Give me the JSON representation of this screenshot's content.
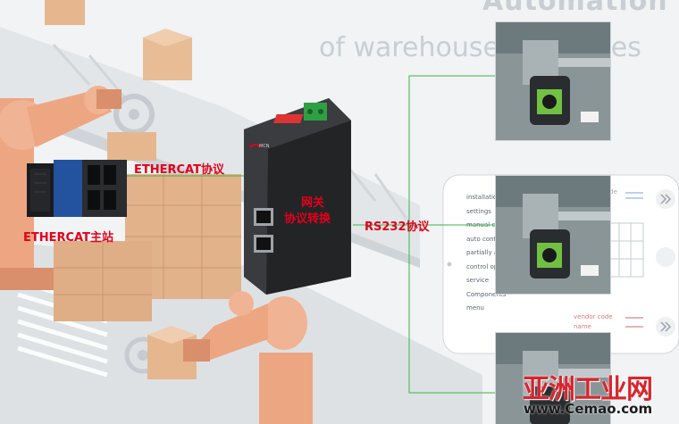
{
  "background": {
    "title_line1": "Automation",
    "title_line2": "of warehouse processes"
  },
  "tablet": {
    "menu": [
      "installation",
      "settings",
      "manual co",
      "auto cont",
      "partially a",
      "control op",
      "service",
      "Components",
      "menu"
    ],
    "right_labels": [
      "vendor code",
      "name"
    ],
    "right_top_label": "code"
  },
  "device": {
    "brand": "MCN"
  },
  "labels": {
    "ethercat_protocol": "ETHERCAT协议",
    "ethercat_master": "ETHERCAT主站",
    "gateway_line1": "网关",
    "gateway_line2": "协议转换",
    "rs232_protocol": "RS232协议"
  },
  "watermark": {
    "cn": "亚洲工业网",
    "url": "www.Cemao.com"
  },
  "colors": {
    "label_red": "#e3001b",
    "connector_green": "#3bb54a",
    "device_body": "#2e2f31",
    "plc_blue": "#1f4fa0",
    "robot_orange": "#e8a07c"
  }
}
